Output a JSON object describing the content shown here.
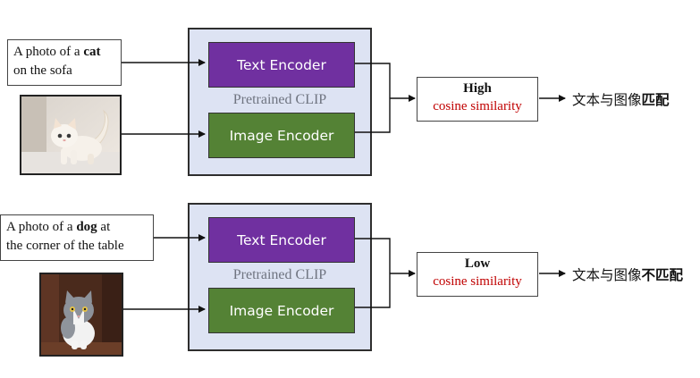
{
  "rows": [
    {
      "id": "top",
      "prompt": {
        "pre": "A photo of a ",
        "bold": "cat",
        "line2": "on the sofa"
      },
      "photo_label": "cat photo",
      "clip": {
        "text_encoder": "Text Encoder",
        "label": "Pretrained CLIP",
        "image_encoder": "Image Encoder"
      },
      "similarity": {
        "level": "High",
        "text": "cosine similarity"
      },
      "result": {
        "plain": "文本与图像",
        "bold": "匹配"
      }
    },
    {
      "id": "bottom",
      "prompt": {
        "pre": "A photo of a ",
        "bold": "dog",
        "post": " at",
        "line2": "the corner of the table"
      },
      "photo_label": "cat photo",
      "clip": {
        "text_encoder": "Text Encoder",
        "label": "Pretrained CLIP",
        "image_encoder": "Image Encoder"
      },
      "similarity": {
        "level": "Low",
        "text": "cosine similarity"
      },
      "result": {
        "plain": "文本与图像",
        "bold": "不匹配"
      }
    }
  ],
  "colors": {
    "text_encoder": "#7030a0",
    "image_encoder": "#548235",
    "clip_panel": "#dde3f3",
    "similarity_text": "#c00000"
  }
}
